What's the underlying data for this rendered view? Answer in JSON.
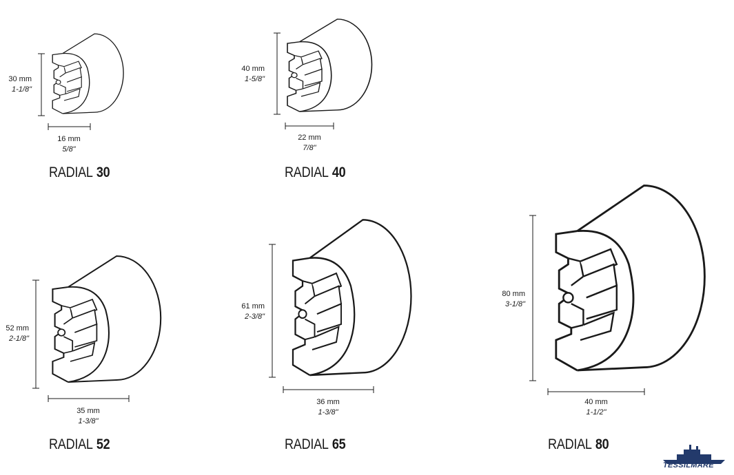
{
  "products": [
    {
      "id": "r30",
      "name": "RADIAL",
      "number": "30",
      "height_mm": "30 mm",
      "height_in": "1-1/8\"",
      "width_mm": "16 mm",
      "width_in": "5/8\""
    },
    {
      "id": "r40",
      "name": "RADIAL",
      "number": "40",
      "height_mm": "40 mm",
      "height_in": "1-5/8\"",
      "width_mm": "22 mm",
      "width_in": "7/8\""
    },
    {
      "id": "r52",
      "name": "RADIAL",
      "number": "52",
      "height_mm": "52 mm",
      "height_in": "2-1/8\"",
      "width_mm": "35 mm",
      "width_in": "1-3/8\""
    },
    {
      "id": "r65",
      "name": "RADIAL",
      "number": "65",
      "height_mm": "61 mm",
      "height_in": "2-3/8\"",
      "width_mm": "36 mm",
      "width_in": "1-3/8\""
    },
    {
      "id": "r80",
      "name": "RADIAL",
      "number": "80",
      "height_mm": "80 mm",
      "height_in": "3-1/8\"",
      "width_mm": "40 mm",
      "width_in": "1-1/2\""
    }
  ],
  "brand": {
    "name": "TESSILMARE",
    "color": "#233a6b"
  },
  "line_color": "#1a1a1a"
}
